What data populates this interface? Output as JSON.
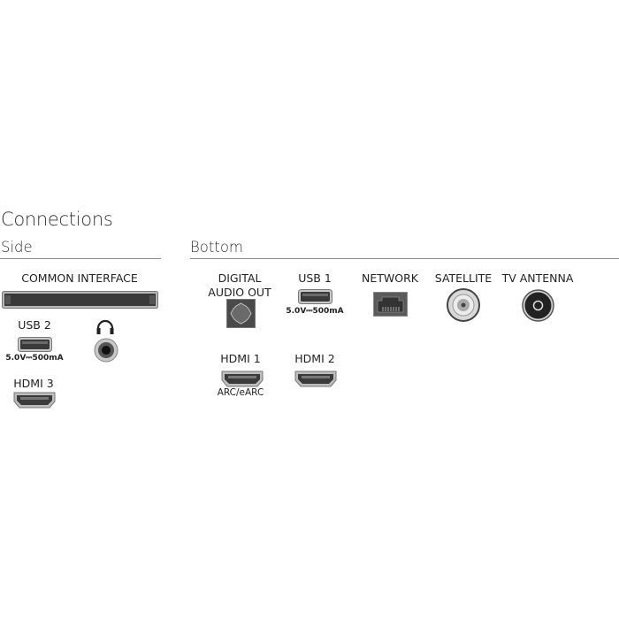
{
  "title": "Connections",
  "side": {
    "heading": "Side",
    "common_interface": "COMMON INTERFACE",
    "usb2": {
      "label": "USB 2",
      "rating": "5.0V⎓500mA"
    },
    "headphone": {
      "icon": "headphones-icon"
    },
    "hdmi3": {
      "label": "HDMI 3"
    }
  },
  "bottom": {
    "heading": "Bottom",
    "digital_audio_out": {
      "line1": "DIGITAL",
      "line2": "AUDIO OUT"
    },
    "usb1": {
      "label": "USB 1",
      "rating": "5.0V⎓500mA"
    },
    "network": {
      "label": "NETWORK"
    },
    "satellite": {
      "label": "SATELLITE"
    },
    "tv_antenna": {
      "label": "TV ANTENNA"
    },
    "hdmi1": {
      "label": "HDMI 1",
      "note": "ARC/eARC"
    },
    "hdmi2": {
      "label": "HDMI 2"
    }
  },
  "colors": {
    "port_dark": "#3a3a3a",
    "port_frame": "#9a9a9a",
    "rule": "#8a8a8a"
  }
}
